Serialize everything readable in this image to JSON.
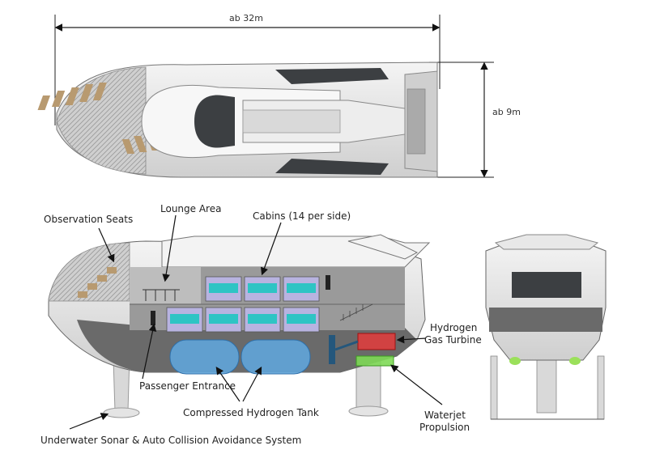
{
  "dimensions": {
    "length": "ab 32m",
    "width": "ab 9m"
  },
  "labels": {
    "observation_seats": "Observation Seats",
    "lounge_area": "Lounge Area",
    "cabins": "Cabins (14 per side)",
    "hydrogen_turbine_line1": "Hydrogen",
    "hydrogen_turbine_line2": "Gas Turbine",
    "passenger_entrance": "Passenger Entrance",
    "hydrogen_tank": "Compressed Hydrogen Tank",
    "waterjet_line1": "Waterjet",
    "waterjet_line2": "Propulsion",
    "sonar": "Underwater Sonar & Auto Collision Avoidance System"
  },
  "colors": {
    "hull": "#e6e6e6",
    "hull_dark": "#5a5a5a",
    "glass": "#3c3f42",
    "cabin_window": "#2ec4c4",
    "cabin_frame": "#b8b3e0",
    "tank": "#5fa8e0",
    "turbine": "#e33b3b",
    "waterjet": "#7ed957",
    "nozzle_glow": "#9be05a"
  }
}
